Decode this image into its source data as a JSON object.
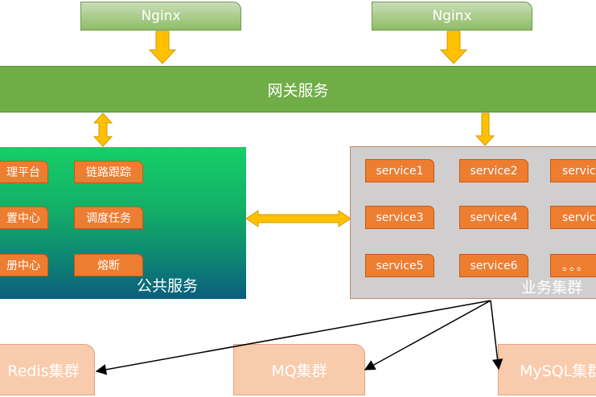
{
  "nginx": [
    "Nginx",
    "Nginx"
  ],
  "gateway": {
    "label": "网关服务"
  },
  "public_services": {
    "title": "公共服务",
    "items": [
      "理平台",
      "链路跟踪",
      "置中心",
      "调度任务",
      "册中心",
      "熔断"
    ]
  },
  "business_cluster": {
    "title": "业务集群",
    "services": [
      "service1",
      "service2",
      "service",
      "service3",
      "service4",
      "service",
      "service5",
      "service6",
      "。。。"
    ]
  },
  "storage": {
    "redis": "Redis集群",
    "mq": "MQ集群",
    "mysql": "MySQL集群"
  },
  "colors": {
    "nginx": "#8fbd67",
    "gateway": "#70ad47",
    "orange_box": "#ed7d31",
    "arrow_fill": "#ffc000",
    "business_bg": "#d0cece",
    "storage_bg": "#f8cbad"
  }
}
